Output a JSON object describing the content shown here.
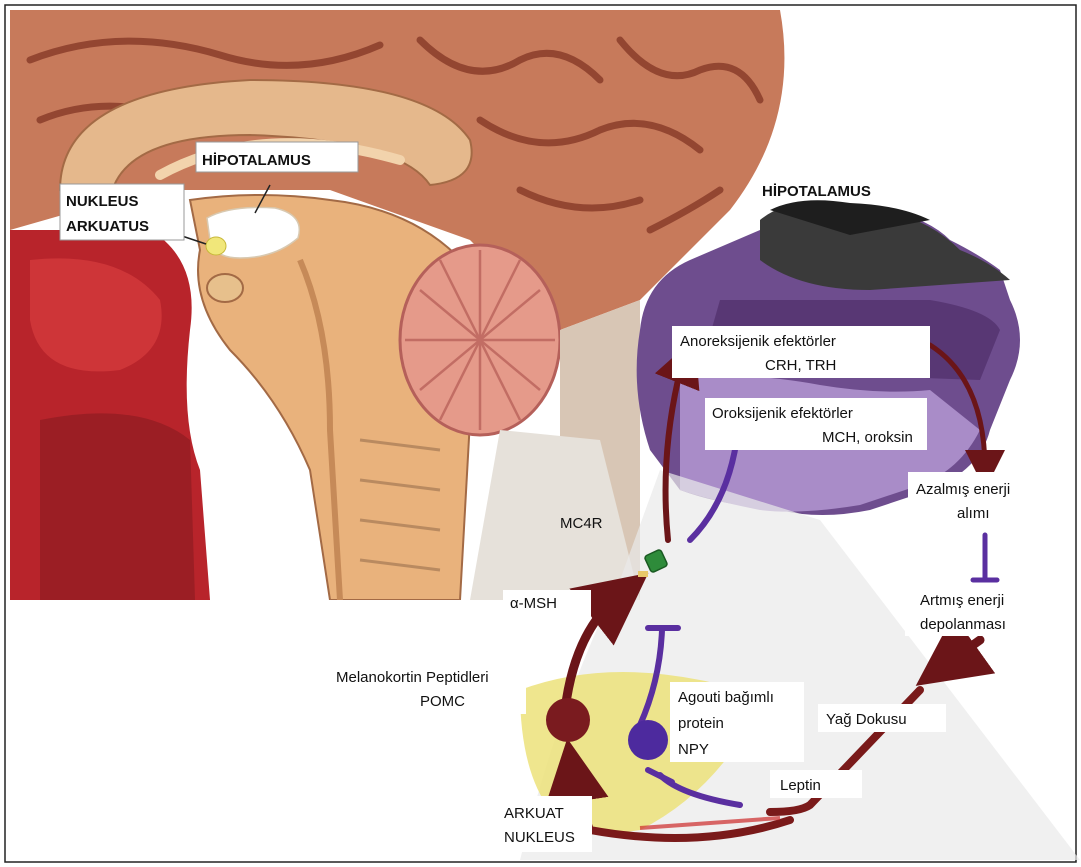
{
  "labels": {
    "hipotalamus_left": "HİPOTALAMUS",
    "nukleus_line1": "NUKLEUS",
    "nukleus_line2": "ARKUATUS",
    "hipotalamus_right": "HİPOTALAMUS",
    "anoreksijenik_line1": "Anoreksijenik efektörler",
    "anoreksijenik_line2": "CRH, TRH",
    "oroksijenik_line1": "Oroksijenik efektörler",
    "oroksijenik_line2": "MCH, oroksin",
    "azalmis_line1": "Azalmış enerji",
    "azalmis_line2": "alımı",
    "artmis_line1": "Artmış enerji",
    "artmis_line2": "depolanması",
    "mc4r": "MC4R",
    "alpha_msh": "α-MSH",
    "melanokortin_line1": "Melanokortin Peptidleri",
    "melanokortin_line2": "POMC",
    "agouti_line1": "Agouti bağımlı",
    "agouti_line2": "protein",
    "agouti_line3": "NPY",
    "yag_dokusu": "Yağ Dokusu",
    "leptin": "Leptin",
    "arkuat_line1": "ARKUAT",
    "arkuat_line2": "NUKLEUS"
  },
  "colors": {
    "anorexigenic_arrow": "#6b1518",
    "orexigenic_arrow": "#5a2fa0",
    "purple_region": "#6e4d8e",
    "purple_light": "#a98cc8",
    "yellow_region": "#ece27a",
    "mc4r_receptor": "#2e8b3a"
  }
}
